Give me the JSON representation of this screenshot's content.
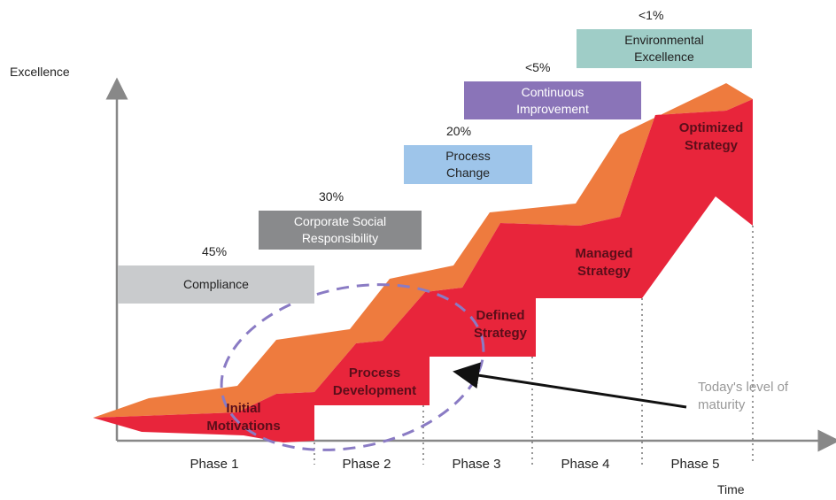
{
  "axes": {
    "y_label": "Excellence",
    "x_label": "Time"
  },
  "phases": [
    "Phase 1",
    "Phase 2",
    "Phase 3",
    "Phase 4",
    "Phase 5"
  ],
  "stages": [
    {
      "label": "Initial\nMotivations"
    },
    {
      "label": "Process\nDevelopment"
    },
    {
      "label": "Defined\nStrategy"
    },
    {
      "label": "Managed\nStrategy"
    },
    {
      "label": "Optimized\nStrategy"
    }
  ],
  "levels": [
    {
      "label": "Compliance",
      "percent": "45%",
      "color": "#c9cbcd",
      "text_color": "#222222"
    },
    {
      "label": "Corporate Social\nResponsibility",
      "percent": "30%",
      "color": "#898a8c",
      "text_color": "#ffffff"
    },
    {
      "label": "Process\nChange",
      "percent": "20%",
      "color": "#9ec5ea",
      "text_color": "#222222"
    },
    {
      "label": "Continuous\nImprovement",
      "percent": "<5%",
      "color": "#8a74b8",
      "text_color": "#ffffff"
    },
    {
      "label": "Environmental\nExcellence",
      "percent": "<1%",
      "color": "#9fcdc7",
      "text_color": "#222222"
    }
  ],
  "annotation": {
    "text": "Today's level of\nmaturity"
  },
  "colors": {
    "stair_red": "#e8253b",
    "stair_orange": "#ee7b3e",
    "ellipse": "#8a7bc4",
    "axis": "#888888"
  }
}
